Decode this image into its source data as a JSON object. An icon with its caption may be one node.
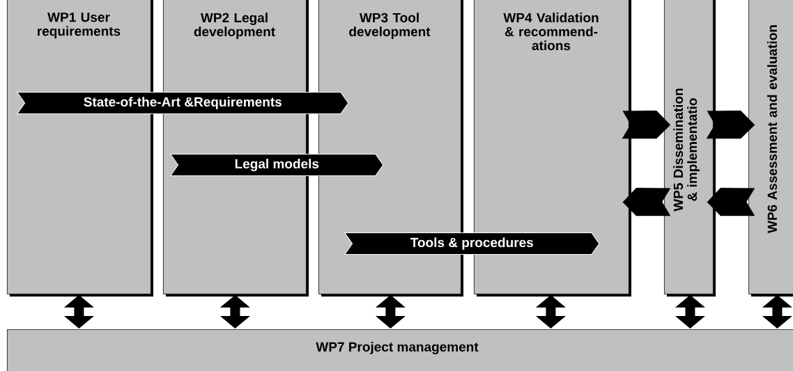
{
  "diagram": {
    "nodes": [
      {
        "text": [
          "WP1 User requirements"
        ]
      },
      {
        "text": [
          "WP2 Legal development"
        ]
      },
      {
        "text": [
          "WP3 Tool development"
        ]
      },
      {
        "text": [
          "WP4 Validation & recommend-ations"
        ]
      },
      {
        "text": [
          "WP5 Dissemination & implementatio"
        ]
      },
      {
        "text": [
          "WP6 Assessment and evaluation"
        ]
      },
      {
        "text": [
          "WP7 Project management"
        ]
      },
      {
        "text": [
          "State-of-the-Art &Requirements"
        ]
      },
      {
        "text": [
          "Legal models"
        ]
      },
      {
        "text": [
          "Tools & procedures"
        ]
      }
    ],
    "edges": [
      {
        "from": 3,
        "to": 4,
        "arrow": "to"
      },
      {
        "from": 4,
        "to": 5,
        "arrow": "to"
      },
      {
        "from": 4,
        "to": 3,
        "arrow": "to"
      },
      {
        "from": 5,
        "to": 4,
        "arrow": "to"
      },
      {
        "from": 0,
        "to": 6,
        "arrow": "both"
      },
      {
        "from": 1,
        "to": 6,
        "arrow": "both"
      },
      {
        "from": 2,
        "to": 6,
        "arrow": "both"
      },
      {
        "from": 3,
        "to": 6,
        "arrow": "both"
      },
      {
        "from": 4,
        "to": 6,
        "arrow": "both"
      },
      {
        "from": 5,
        "to": 6,
        "arrow": "both"
      }
    ]
  }
}
